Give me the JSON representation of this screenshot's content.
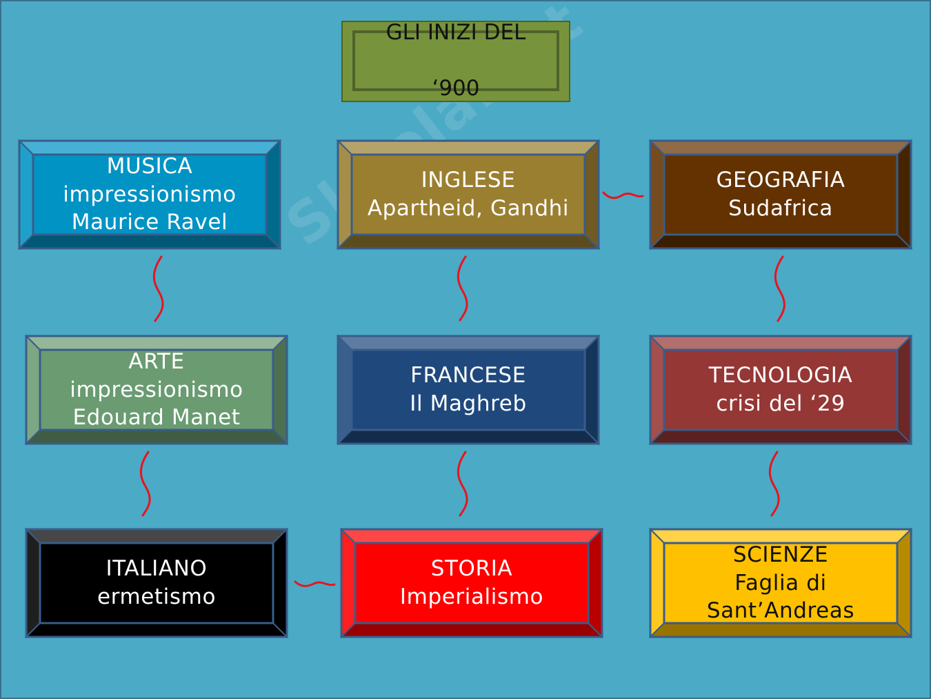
{
  "colors": {
    "background": "#4baac6",
    "title_fill": "#77933c",
    "title_border": "#4f6228",
    "connector": "#e8141e",
    "box_outline": "#385d8a"
  },
  "title": {
    "line1": "GLI INIZI DEL",
    "line2": "‘900"
  },
  "watermark": "Skuola.net",
  "boxes": {
    "musica": {
      "subject": "MUSICA",
      "topic": "impressionismo",
      "detail": "Maurice Ravel",
      "color": "#0093c4",
      "text_color": "#ffffff"
    },
    "inglese": {
      "subject": "INGLESE",
      "topic": "Apartheid, Gandhi",
      "color": "#9a7f30",
      "text_color": "#ffffff"
    },
    "geografia": {
      "subject": "GEOGRAFIA",
      "topic": "Sudafrica",
      "color": "#633200",
      "text_color": "#ffffff"
    },
    "arte": {
      "subject": "ARTE",
      "topic": "impressionismo",
      "detail": "Edouard Manet",
      "color": "#6a9b71",
      "text_color": "#ffffff"
    },
    "francese": {
      "subject": "FRANCESE",
      "topic": "Il Maghreb",
      "color": "#1f497d",
      "text_color": "#ffffff"
    },
    "tecnologia": {
      "subject": "TECNOLOGIA",
      "topic": "crisi del ‘29",
      "color": "#953735",
      "text_color": "#ffffff"
    },
    "italiano": {
      "subject": "ITALIANO",
      "topic": "ermetismo",
      "color": "#000000",
      "text_color": "#ffffff"
    },
    "storia": {
      "subject": "STORIA",
      "topic": "Imperialismo",
      "color": "#ff0000",
      "text_color": "#ffffff"
    },
    "scienze": {
      "subject": "SCIENZE",
      "topic": "Faglia di",
      "detail": "Sant’Andreas",
      "color": "#ffc000",
      "text_color": "#111111"
    }
  }
}
